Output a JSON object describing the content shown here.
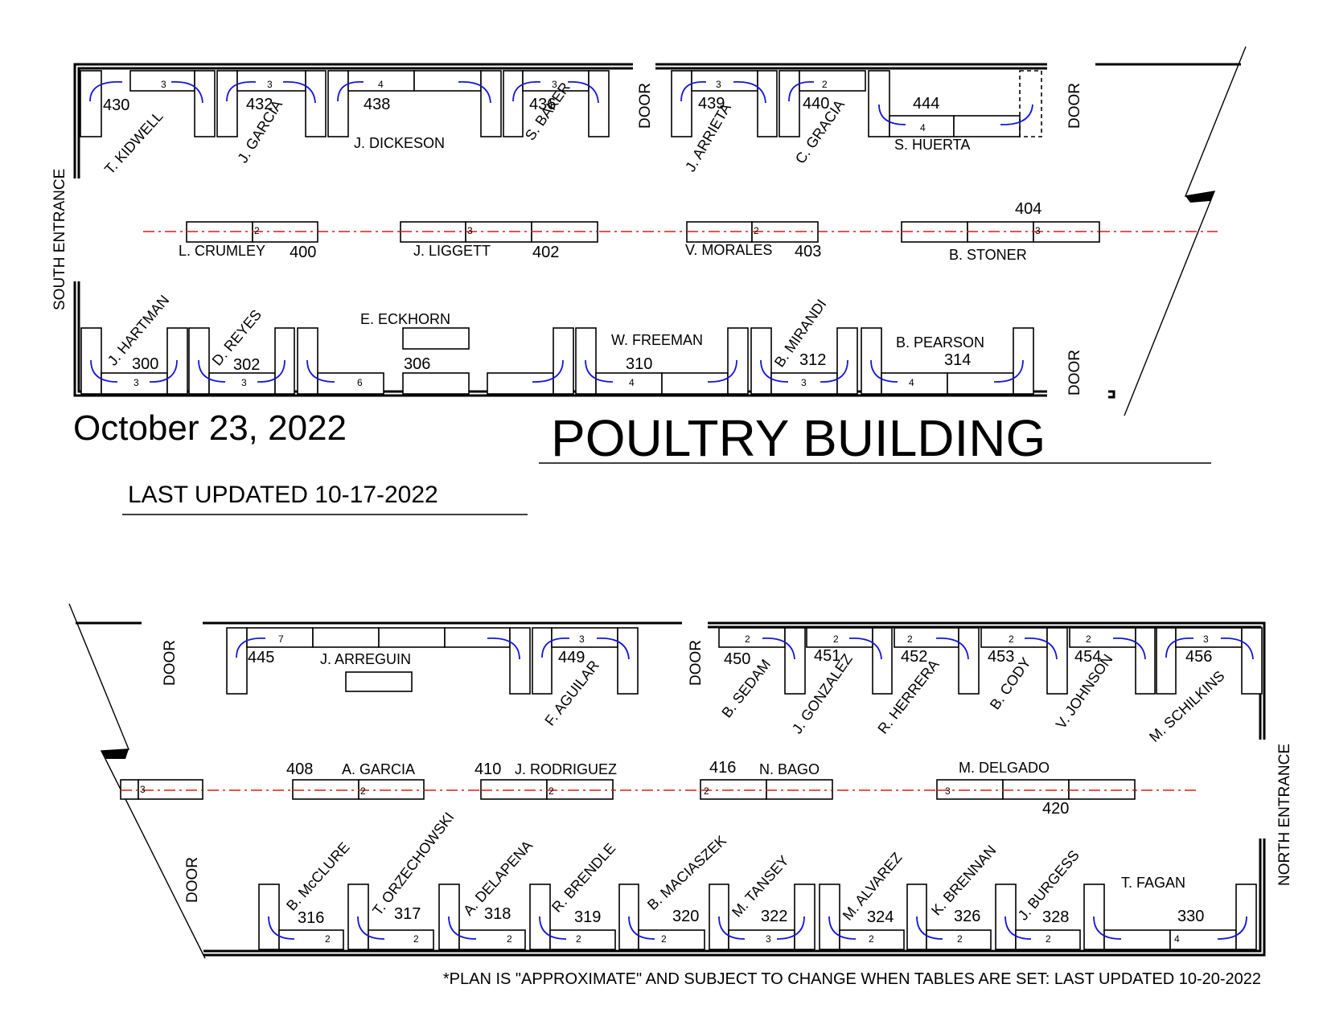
{
  "header": {
    "date": "October 23, 2022",
    "title": "POULTRY BUILDING",
    "last_updated": "LAST UPDATED 10-17-2022"
  },
  "footer_note": "*PLAN IS \"APPROXIMATE\" AND SUBJECT TO CHANGE WHEN TABLES ARE SET: LAST UPDATED 10-20-2022",
  "labels": {
    "door": "DOOR",
    "south_entrance": "SOUTH ENTRANCE",
    "north_entrance": "NORTH ENTRANCE"
  },
  "colors": {
    "walls": "#000000",
    "chair_arcs": "#1515d6",
    "aisle_line": "#e01818"
  },
  "top": {
    "upper_row": {
      "b430": {
        "num": "430",
        "name": "T. KIDWELL",
        "tables": "3"
      },
      "b432": {
        "num": "432",
        "name": "J. GARCIA",
        "tables": "3"
      },
      "b438": {
        "num": "438",
        "name": "J. DICKESON",
        "tables": "4"
      },
      "b436": {
        "num": "436",
        "name": "S. BAKER",
        "tables": "3"
      },
      "b439": {
        "num": "439",
        "name": "J. ARRIETA",
        "tables": "3"
      },
      "b440": {
        "num": "440",
        "name": "C. GRACIA",
        "tables": "2"
      },
      "b444": {
        "num": "444",
        "name": "S. HUERTA",
        "tables": "4"
      }
    },
    "middle_row": {
      "b400": {
        "num": "400",
        "name": "L. CRUMLEY",
        "tables": "2"
      },
      "b402": {
        "num": "402",
        "name": "J. LIGGETT",
        "tables": "3"
      },
      "b403": {
        "num": "403",
        "name": "V. MORALES",
        "tables": "2"
      },
      "b404": {
        "num": "404",
        "name": "B. STONER",
        "tables": "3"
      }
    },
    "lower_row": {
      "b300": {
        "num": "300",
        "name": "J. HARTMAN",
        "tables": "3"
      },
      "b302": {
        "num": "302",
        "name": "D. REYES",
        "tables": "3"
      },
      "b306": {
        "num": "306",
        "name": "E. ECKHORN",
        "tables": "6"
      },
      "b310": {
        "num": "310",
        "name": "W. FREEMAN",
        "tables": "4"
      },
      "b312": {
        "num": "312",
        "name": "B. MIRANDI",
        "tables": "3"
      },
      "b314": {
        "num": "314",
        "name": "B. PEARSON",
        "tables": "4"
      }
    }
  },
  "bottom": {
    "upper_row": {
      "b445": {
        "num": "445",
        "name": "J. ARREGUIN",
        "tables": "7"
      },
      "b449": {
        "num": "449",
        "name": "F. AGUILAR",
        "tables": "3"
      },
      "b450": {
        "num": "450",
        "name": "B. SEDAM",
        "tables": "2"
      },
      "b451": {
        "num": "451",
        "name": "J. GONZALEZ",
        "tables": "2"
      },
      "b452": {
        "num": "452",
        "name": "R. HERRERA",
        "tables": "2"
      },
      "b453": {
        "num": "453",
        "name": "B. CODY",
        "tables": "2"
      },
      "b454": {
        "num": "454",
        "name": "V. JOHNSON",
        "tables": "2"
      },
      "b456": {
        "num": "456",
        "name": "M. SCHILKINS",
        "tables": "3"
      }
    },
    "middle_row": {
      "bstub": {
        "tables": "3"
      },
      "b408": {
        "num": "408",
        "name": "A. GARCIA",
        "tables": "2"
      },
      "b410": {
        "num": "410",
        "name": "J. RODRIGUEZ",
        "tables": "2"
      },
      "b416": {
        "num": "416",
        "name": "N. BAGO",
        "tables": "2"
      },
      "b420": {
        "num": "420",
        "name": "M. DELGADO",
        "tables": "3"
      }
    },
    "lower_row": {
      "b316": {
        "num": "316",
        "name": "B. McCLURE",
        "tables": "2"
      },
      "b317": {
        "num": "317",
        "name": "T. ORZECHOWSKI",
        "tables": "2"
      },
      "b318": {
        "num": "318",
        "name": "A. DELAPENA",
        "tables": "2"
      },
      "b319": {
        "num": "319",
        "name": "R. BRENDLE",
        "tables": "2"
      },
      "b320": {
        "num": "320",
        "name": "B. MACIASZEK",
        "tables": "2"
      },
      "b322": {
        "num": "322",
        "name": "M. TANSEY",
        "tables": "3"
      },
      "b324": {
        "num": "324",
        "name": "M. ALVAREZ",
        "tables": "2"
      },
      "b326": {
        "num": "326",
        "name": "K. BRENNAN",
        "tables": "2"
      },
      "b328": {
        "num": "328",
        "name": "J. BURGESS",
        "tables": "2"
      },
      "b330": {
        "num": "330",
        "name": "T. FAGAN",
        "tables": "4"
      }
    }
  }
}
